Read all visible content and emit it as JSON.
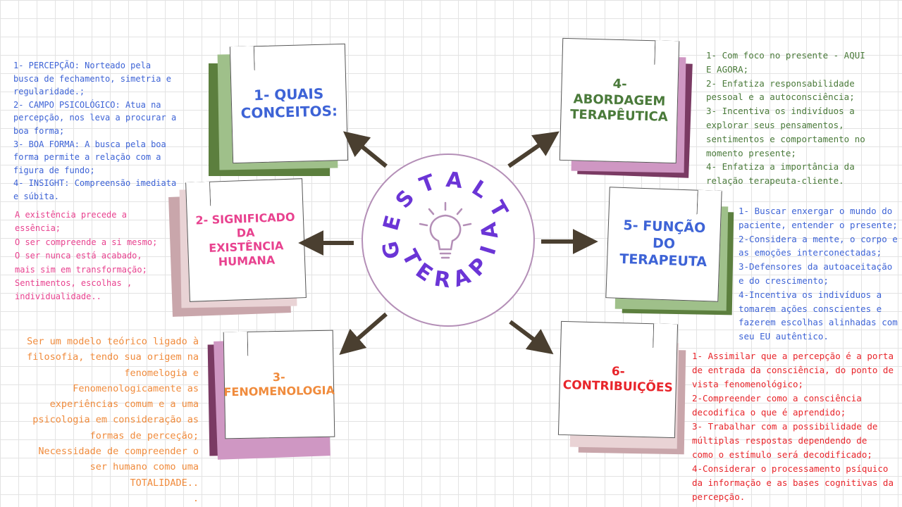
{
  "center": {
    "title_top": "GESTALT",
    "title_bottom": "TERAPIA",
    "icon": "lightbulb-icon",
    "color": "#6b35d6"
  },
  "notes": [
    {
      "id": 1,
      "title": "1- QUAIS\nCONCEITOS:",
      "color": "#3d63d6"
    },
    {
      "id": 2,
      "title": "2- SIGNIFICADO DA\nEXISTÊNCIA\nHUMANA",
      "color": "#e8428f"
    },
    {
      "id": 3,
      "title": "3-\nFENOMENOLOGIA",
      "color": "#f08b3c"
    },
    {
      "id": 4,
      "title": "4-\nABORDAGEM\nTERAPÊUTICA",
      "color": "#4a7a3a"
    },
    {
      "id": 5,
      "title": "5- FUNÇÃO\nDO\nTERAPEUTA",
      "color": "#3d63d6"
    },
    {
      "id": 6,
      "title": "6-\nCONTRIBUIÇÕES",
      "color": "#e8242a"
    }
  ],
  "texts": {
    "t1": "1- PERCEPÇÃO:  Norteado pela\nbusca de fechamento, simetria e\nregularidade.;\n2- CAMPO PSICOLÓGICO: Atua na\npercepção, nos leva a procurar a\nboa forma;\n3- BOA FORMA: A busca pela boa\nforma permite a relação com a\nfigura de fundo;\n4- INSIGHT: Compreensão imediata\ne súbita.",
    "t2": "A  existência  precede  a\nessência;\nO ser compreende a si mesmo;\nO ser nunca está acabado,\nmais sim em transformação;\nSentimentos,    escolhas    ,\nindividualidade..",
    "t3": "Ser um modelo teórico ligado à\nfilosofia, tendo sua origem  na\nfenomelogia e\nFenomenologicamente as\nexperiências comum e a uma\npsicologia em consideração as\nformas de perceção;\nNecessidade de compreender o\nser humano como uma\nTOTALIDADE..\n.",
    "t4": "1- Com foco no presente - AQUI\nE AGORA;\n2- Enfatiza responsabilidade\npessoal e a autoconsciência;\n3- Incentiva os indivíduos a\nexplorar seus pensamentos,\nsentimentos e comportamento no\nmomento presente;\n4- Enfatiza a importância da\nrelação terapeuta-cliente.",
    "t5": "1- Buscar enxergar o mundo do\npaciente, entender o presente;\n2-Considera a mente, o corpo e\nas emoções interconectadas;\n3-Defensores da autoaceitação\ne do crescimento;\n4-Incentiva os indivíduos a\ntomarem ações conscientes e\nfazerem escolhas alinhadas com\nseu EU autêntico.",
    "t6": "1- Assimilar que a percepção é a porta\nde entrada da consciência, do ponto de\nvista fenomenológico;\n2-Compreender como a consciência\ndecodifica o que é aprendido;\n3- Trabalhar com a possibilidade de\nmúltiplas respostas dependendo de\ncomo o estímulo será decodificado;\n4-Considerar o processamento psíquico\nda informação e as bases cognitivas da\npercepção."
  },
  "colors": {
    "blue": "#3d63d6",
    "pink": "#e8428f",
    "orange": "#f08b3c",
    "green": "#4a7a3a",
    "red": "#e8242a",
    "arrow": "#4a3f30",
    "circle_border": "#b48fb7"
  }
}
